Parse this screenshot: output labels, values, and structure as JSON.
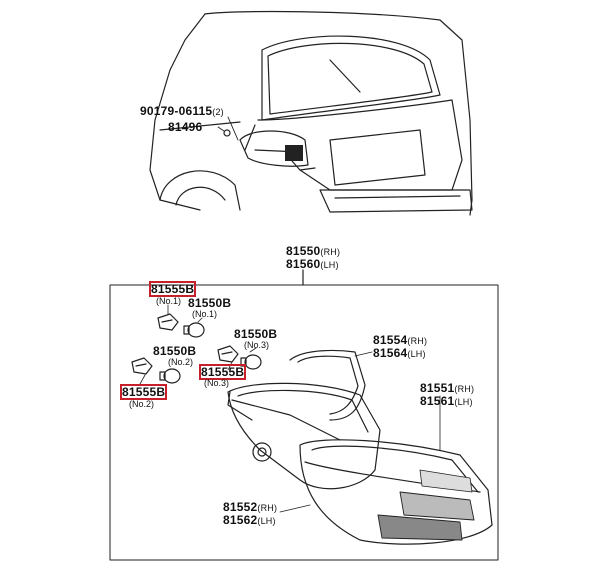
{
  "car": {
    "screw_part": "90179-06115",
    "screw_qty": "(2)",
    "clip_part": "81496"
  },
  "assembly": {
    "parts": [
      "81550",
      "81560"
    ],
    "sides": [
      "(RH)",
      "(LH)"
    ]
  },
  "bulbs": {
    "socket_a": {
      "part": "81555B",
      "tag": "(No.1)"
    },
    "bulb_a": {
      "part": "81550B",
      "tag": "(No.1)"
    },
    "bulb_b": {
      "part": "81550B",
      "tag": "(No.2)"
    },
    "socket_b": {
      "part": "81555B",
      "tag": "(No.2)"
    },
    "bulb_c": {
      "part": "81550B",
      "tag": "(No.3)"
    },
    "socket_c": {
      "part": "81555B",
      "tag": "(No.3)"
    }
  },
  "lamp_parts": {
    "gasket": {
      "parts": [
        "81554",
        "81564"
      ],
      "sides": [
        "(RH)",
        "(LH)"
      ]
    },
    "lens": {
      "parts": [
        "81551",
        "81561"
      ],
      "sides": [
        "(RH)",
        "(LH)"
      ]
    },
    "housing": {
      "parts": [
        "81552",
        "81562"
      ],
      "sides": [
        "(RH)",
        "(LH)"
      ]
    }
  },
  "colors": {
    "highlight": "#c8202a",
    "line": "#222222"
  }
}
